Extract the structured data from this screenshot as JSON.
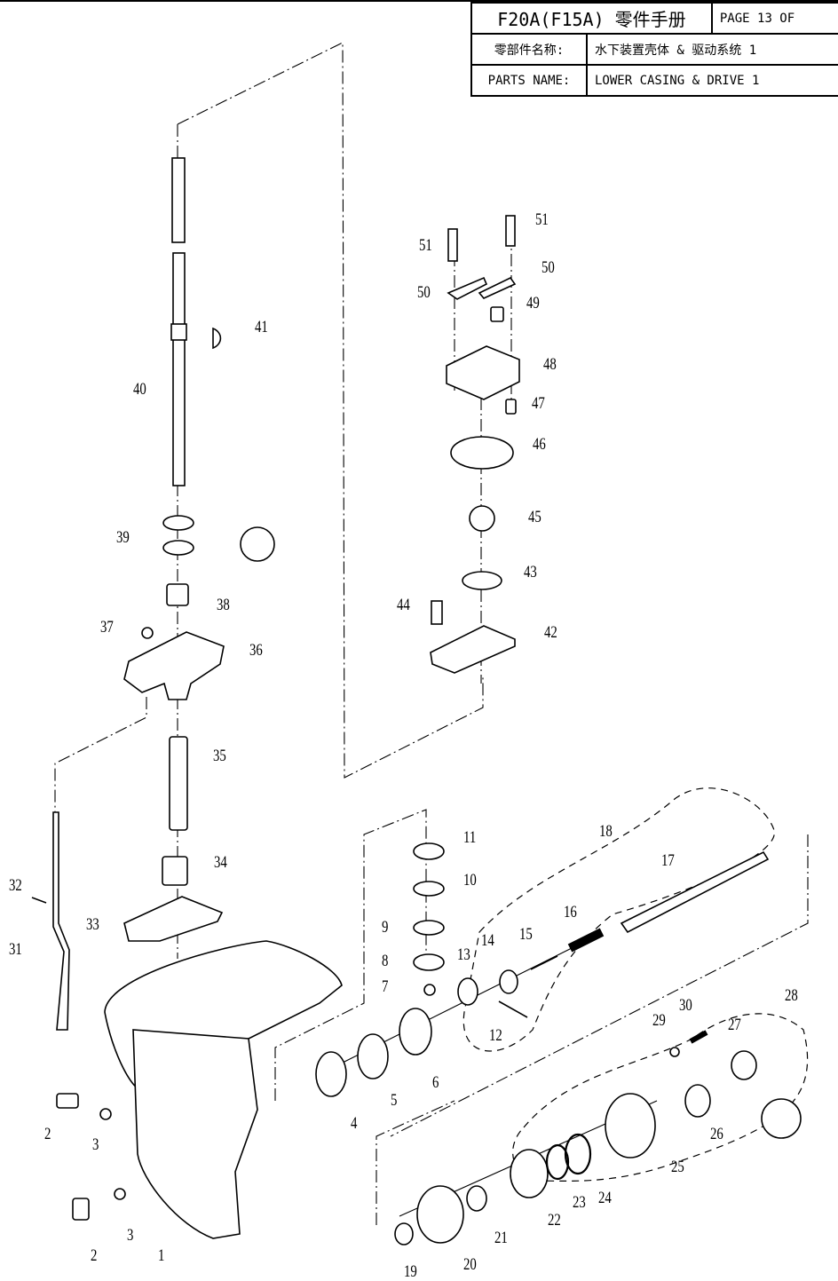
{
  "header": {
    "title": "F20A(F15A) 零件手册",
    "page": "PAGE 13 OF",
    "parts_name_cn_label": "零部件名称:",
    "parts_name_cn_value": "水下装置壳体 & 驱动系统 1",
    "parts_name_en_label": "PARTS NAME:",
    "parts_name_en_value": "LOWER CASING & DRIVE 1"
  },
  "callouts": [
    {
      "id": "c1",
      "text": "1"
    },
    {
      "id": "c2a",
      "text": "2"
    },
    {
      "id": "c2b",
      "text": "2"
    },
    {
      "id": "c3a",
      "text": "3"
    },
    {
      "id": "c3b",
      "text": "3"
    },
    {
      "id": "c4",
      "text": "4"
    },
    {
      "id": "c5",
      "text": "5"
    },
    {
      "id": "c6",
      "text": "6"
    },
    {
      "id": "c7",
      "text": "7"
    },
    {
      "id": "c8",
      "text": "8"
    },
    {
      "id": "c9",
      "text": "9"
    },
    {
      "id": "c10",
      "text": "10"
    },
    {
      "id": "c11",
      "text": "11"
    },
    {
      "id": "c12",
      "text": "12"
    },
    {
      "id": "c13",
      "text": "13"
    },
    {
      "id": "c14",
      "text": "14"
    },
    {
      "id": "c15",
      "text": "15"
    },
    {
      "id": "c16",
      "text": "16"
    },
    {
      "id": "c17",
      "text": "17"
    },
    {
      "id": "c18",
      "text": "18"
    },
    {
      "id": "c19",
      "text": "19"
    },
    {
      "id": "c20",
      "text": "20"
    },
    {
      "id": "c21",
      "text": "21"
    },
    {
      "id": "c22",
      "text": "22"
    },
    {
      "id": "c23",
      "text": "23"
    },
    {
      "id": "c24",
      "text": "24"
    },
    {
      "id": "c25",
      "text": "25"
    },
    {
      "id": "c26",
      "text": "26"
    },
    {
      "id": "c27",
      "text": "27"
    },
    {
      "id": "c28",
      "text": "28"
    },
    {
      "id": "c29",
      "text": "29"
    },
    {
      "id": "c30",
      "text": "30"
    },
    {
      "id": "c31",
      "text": "31"
    },
    {
      "id": "c32",
      "text": "32"
    },
    {
      "id": "c33",
      "text": "33"
    },
    {
      "id": "c34",
      "text": "34"
    },
    {
      "id": "c35",
      "text": "35"
    },
    {
      "id": "c36",
      "text": "36"
    },
    {
      "id": "c37",
      "text": "37"
    },
    {
      "id": "c38",
      "text": "38"
    },
    {
      "id": "c39",
      "text": "39"
    },
    {
      "id": "c40",
      "text": "40"
    },
    {
      "id": "c41",
      "text": "41"
    },
    {
      "id": "c42",
      "text": "42"
    },
    {
      "id": "c43",
      "text": "43"
    },
    {
      "id": "c44",
      "text": "44"
    },
    {
      "id": "c45",
      "text": "45"
    },
    {
      "id": "c46",
      "text": "46"
    },
    {
      "id": "c47",
      "text": "47"
    },
    {
      "id": "c48",
      "text": "48"
    },
    {
      "id": "c49",
      "text": "49"
    },
    {
      "id": "c50a",
      "text": "50"
    },
    {
      "id": "c50b",
      "text": "50"
    },
    {
      "id": "c51a",
      "text": "51"
    },
    {
      "id": "c51b",
      "text": "51"
    }
  ]
}
